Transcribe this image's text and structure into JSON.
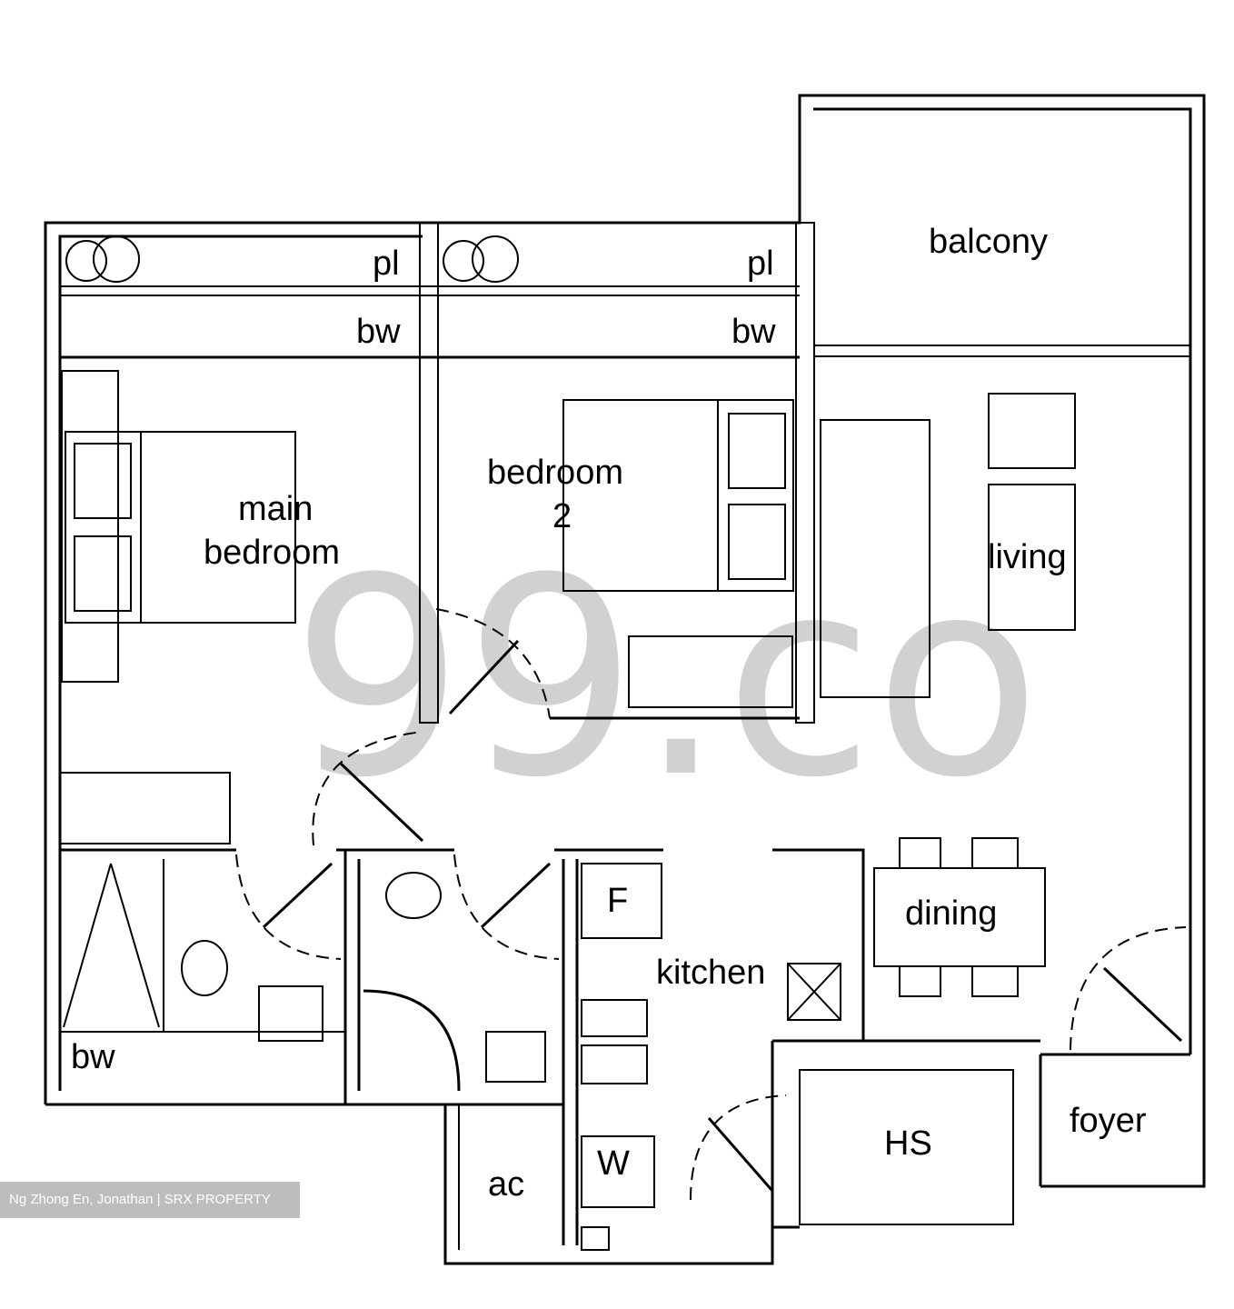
{
  "rooms": {
    "balcony": "balcony",
    "planter_1": "pl",
    "planter_2": "pl",
    "bay_window_1": "bw",
    "bay_window_2": "bw",
    "bay_window_3": "bw",
    "main_bedroom_1": "main",
    "main_bedroom_2": "bedroom",
    "bedroom2_1": "bedroom",
    "bedroom2_2": "2",
    "living": "living",
    "dining": "dining",
    "kitchen": "kitchen",
    "fridge": "F",
    "washer": "W",
    "ac": "ac",
    "household_shelter": "HS",
    "foyer": "foyer"
  },
  "watermark": "99.co",
  "credit": "Ng Zhong En, Jonathan | SRX PROPERTY"
}
